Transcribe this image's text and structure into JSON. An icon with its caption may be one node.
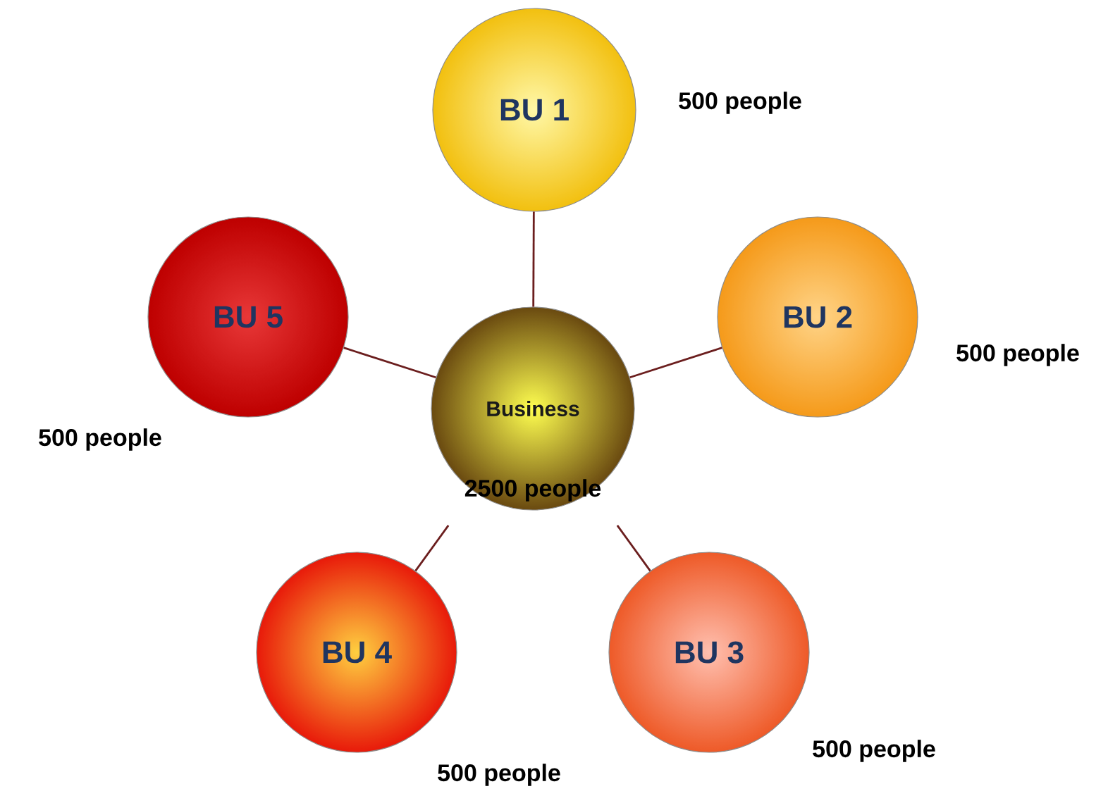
{
  "diagram": {
    "nodes": [
      {
        "text": [
          "Business",
          "2500 people"
        ]
      },
      {
        "text": [
          "BU 1"
        ],
        "beside": [
          "500 people"
        ]
      },
      {
        "text": [
          "BU 2"
        ],
        "beside": [
          "500 people"
        ]
      },
      {
        "text": [
          "BU 3"
        ],
        "beside": [
          "500 people"
        ]
      },
      {
        "text": [
          "BU 4"
        ],
        "beside": [
          "500 people"
        ]
      },
      {
        "text": [
          "BU 5"
        ],
        "beside": [
          "500 people"
        ]
      }
    ],
    "edges": [
      {
        "from": 0,
        "to": 1,
        "arrow": "none"
      },
      {
        "from": 0,
        "to": 2,
        "arrow": "none"
      },
      {
        "from": 0,
        "to": 3,
        "arrow": "none"
      },
      {
        "from": 0,
        "to": 4,
        "arrow": "none"
      },
      {
        "from": 0,
        "to": 5,
        "arrow": "none"
      }
    ]
  }
}
